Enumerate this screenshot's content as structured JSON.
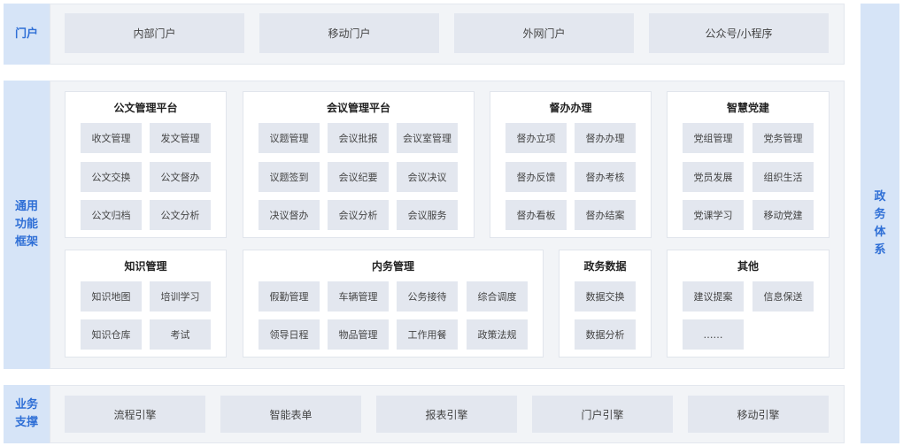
{
  "bands": {
    "portal": "门户",
    "common_line1": "通用",
    "common_line2": "功能",
    "common_line3": "框架",
    "support_line1": "业务",
    "support_line2": "支撑"
  },
  "side_label": {
    "c1": "政",
    "c2": "务",
    "c3": "体",
    "c4": "系"
  },
  "portal_items": [
    "内部门户",
    "移动门户",
    "外网门户",
    "公众号/小程序"
  ],
  "modules": {
    "official_doc": {
      "title": "公文管理平台",
      "items": [
        "收文管理",
        "发文管理",
        "公文交换",
        "公文督办",
        "公文归档",
        "公文分析"
      ]
    },
    "meeting": {
      "title": "会议管理平台",
      "items": [
        "议题管理",
        "会议批报",
        "会议室管理",
        "议题签到",
        "会议纪要",
        "会议决议",
        "决议督办",
        "会议分析",
        "会议服务"
      ]
    },
    "supervise": {
      "title": "督办办理",
      "items": [
        "督办立项",
        "督办办理",
        "督办反馈",
        "督办考核",
        "督办看板",
        "督办结案"
      ]
    },
    "party": {
      "title": "智慧党建",
      "items": [
        "党组管理",
        "党务管理",
        "党员发展",
        "组织生活",
        "党课学习",
        "移动党建"
      ]
    },
    "knowledge": {
      "title": "知识管理",
      "items": [
        "知识地图",
        "培训学习",
        "知识仓库",
        "考试"
      ]
    },
    "internal": {
      "title": "内务管理",
      "items": [
        "假勤管理",
        "车辆管理",
        "公务接待",
        "综合调度",
        "领导日程",
        "物品管理",
        "工作用餐",
        "政策法规"
      ]
    },
    "gov_data": {
      "title": "政务数据",
      "items": [
        "数据交换",
        "数据分析"
      ]
    },
    "other": {
      "title": "其他",
      "items": [
        "建议提案",
        "信息保送",
        "……"
      ]
    }
  },
  "support_items": [
    "流程引擎",
    "智能表单",
    "报表引擎",
    "门户引擎",
    "移动引擎"
  ],
  "colors": {
    "accent": "#2f6fd6",
    "band_label_bg": "#d6e4f7",
    "chip_bg": "#e3e7ef",
    "band_bg": "#f2f4f7"
  }
}
